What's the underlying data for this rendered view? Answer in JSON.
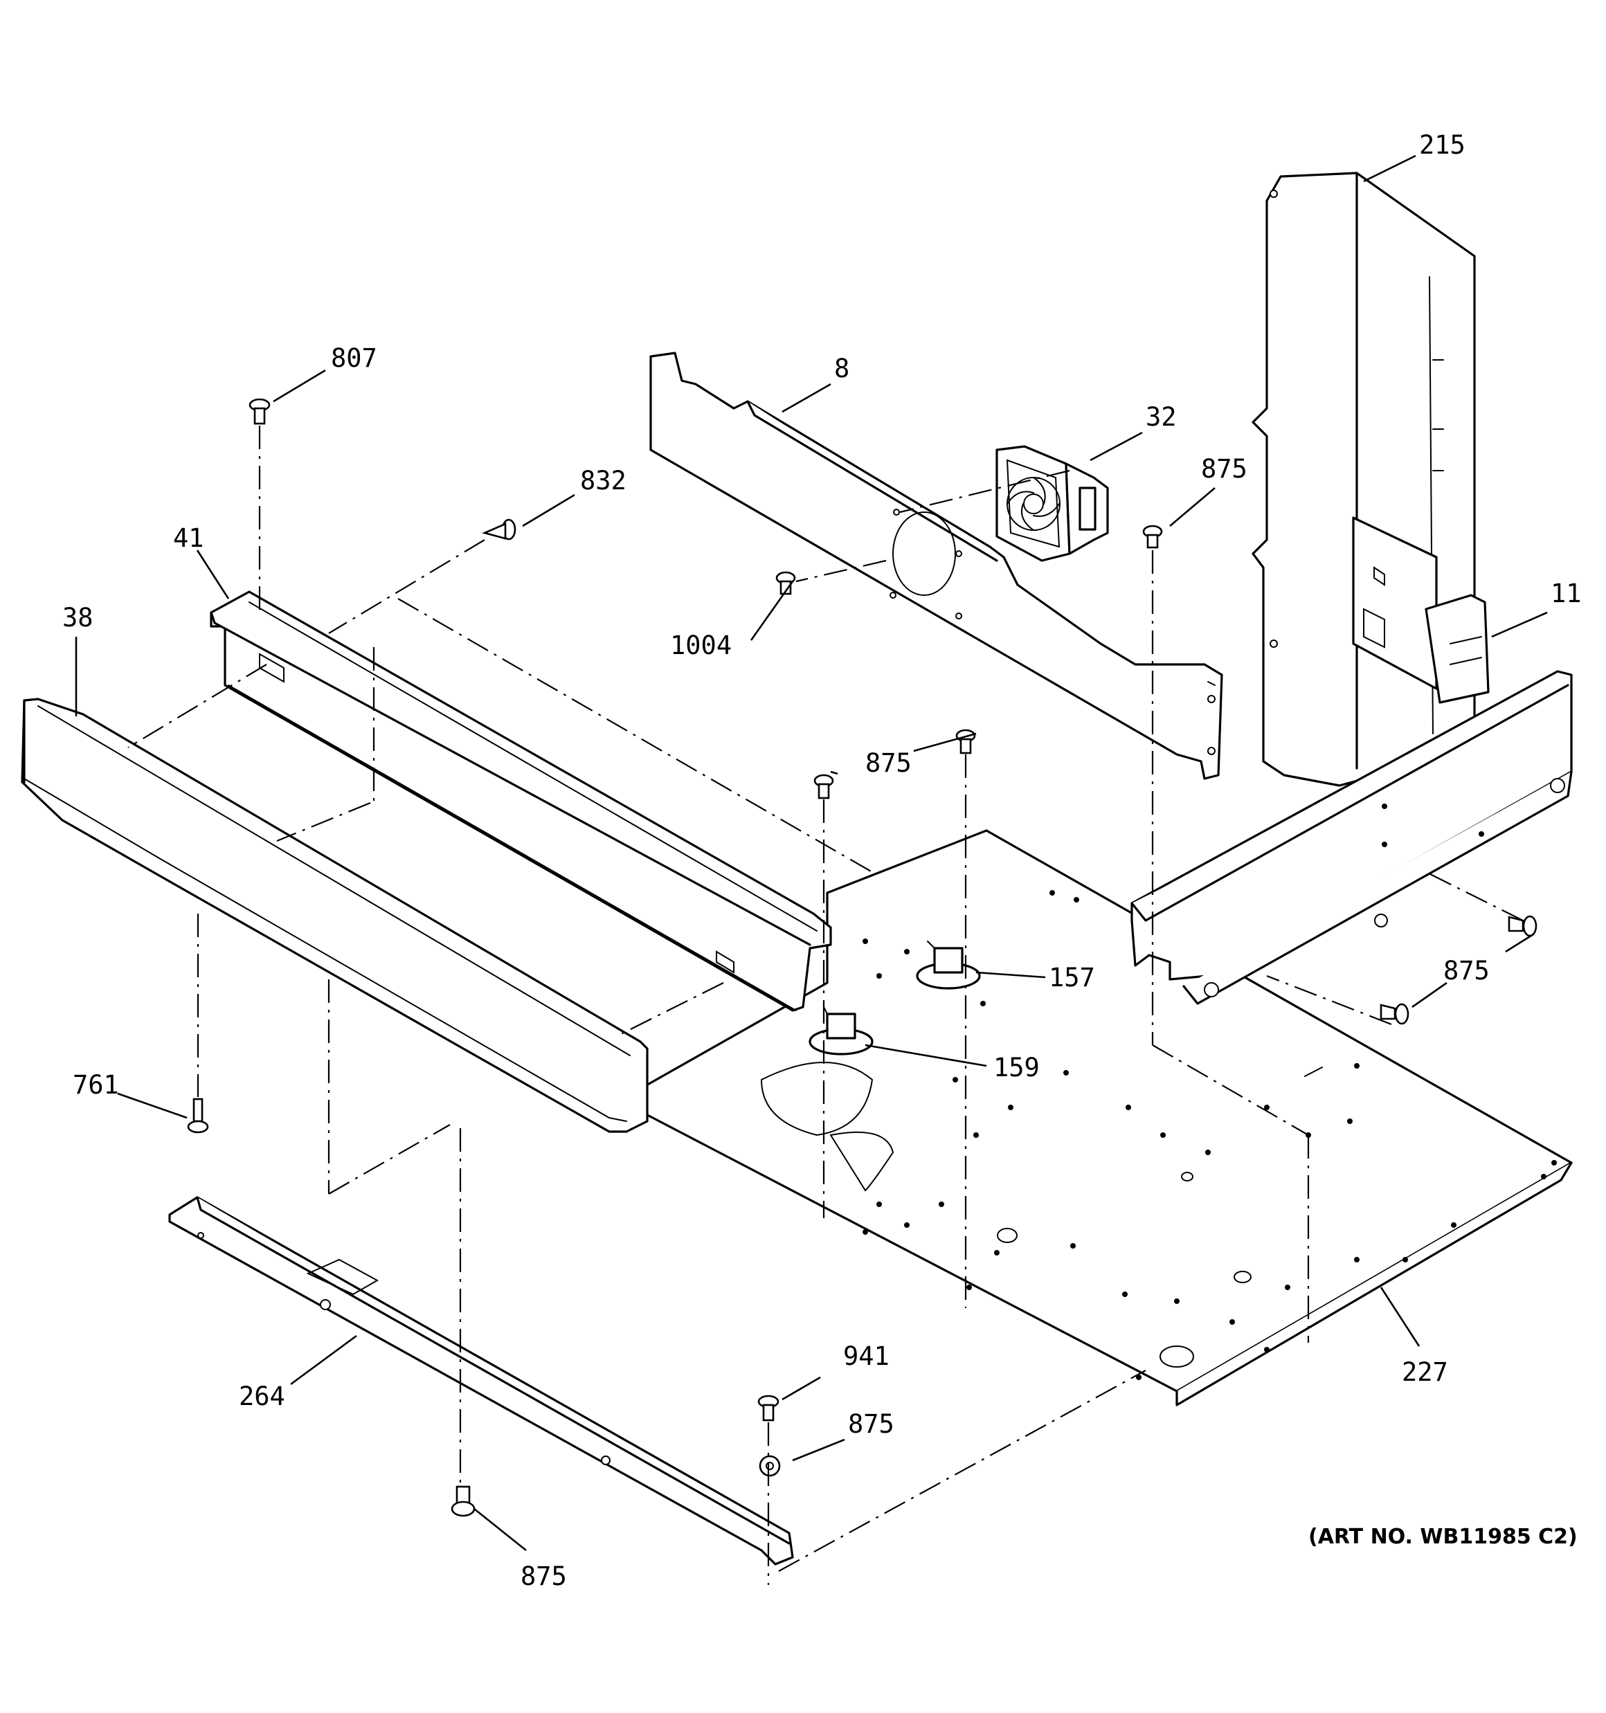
{
  "diagram": {
    "art_number": "(ART NO. WB11985 C2)",
    "callouts": [
      {
        "id": "215",
        "text": "215"
      },
      {
        "id": "807",
        "text": "807"
      },
      {
        "id": "8",
        "text": "8"
      },
      {
        "id": "32",
        "text": "32"
      },
      {
        "id": "875a",
        "text": "875"
      },
      {
        "id": "832",
        "text": "832"
      },
      {
        "id": "41",
        "text": "41"
      },
      {
        "id": "38",
        "text": "38"
      },
      {
        "id": "1004",
        "text": "1004"
      },
      {
        "id": "11",
        "text": "11"
      },
      {
        "id": "875b",
        "text": "875"
      },
      {
        "id": "157",
        "text": "157"
      },
      {
        "id": "875c",
        "text": "875"
      },
      {
        "id": "159",
        "text": "159"
      },
      {
        "id": "761",
        "text": "761"
      },
      {
        "id": "227",
        "text": "227"
      },
      {
        "id": "941",
        "text": "941"
      },
      {
        "id": "264",
        "text": "264"
      },
      {
        "id": "875d",
        "text": "875"
      },
      {
        "id": "875e",
        "text": "875"
      }
    ]
  }
}
